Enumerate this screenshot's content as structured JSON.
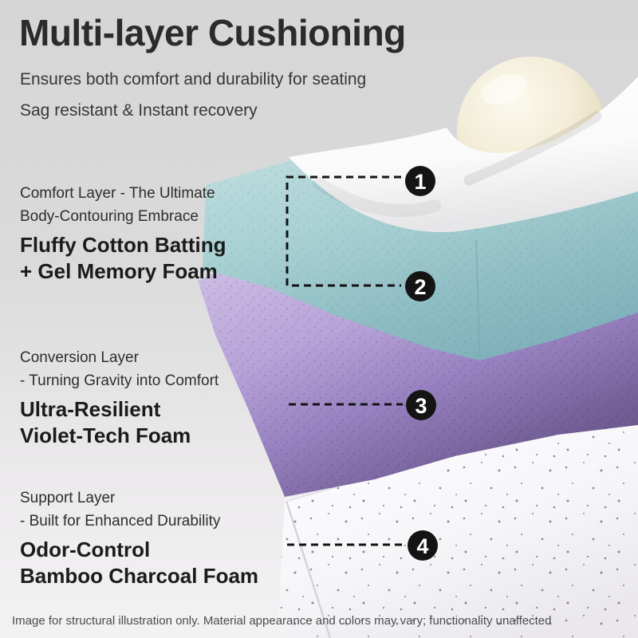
{
  "header": {
    "title": "Multi-layer Cushioning",
    "subtitle_1": "Ensures both comfort and durability for seating",
    "subtitle_2": "Sag resistant & Instant recovery"
  },
  "layers": [
    {
      "title_line_1": "Comfort Layer - The Ultimate",
      "title_line_2": "Body-Contouring Embrace",
      "material_line_1": "Fluffy Cotton Batting",
      "material_line_2": "+ Gel Memory Foam"
    },
    {
      "title_line_1": "Conversion Layer",
      "title_line_2": "- Turning Gravity into Comfort",
      "material_line_1": "Ultra-Resilient",
      "material_line_2": "Violet-Tech Foam"
    },
    {
      "title_line_1": "Support Layer",
      "title_line_2": "- Built for Enhanced Durability",
      "material_line_1": "Odor-Control",
      "material_line_2": "Bamboo Charcoal Foam"
    }
  ],
  "markers": [
    "1",
    "2",
    "3",
    "4"
  ],
  "footer": {
    "disclaimer": "Image for structural illustration only. Material appearance and colors may vary; functionality unaffected"
  },
  "colors": {
    "marker_black": "#141414",
    "callout_line": "#141414",
    "cotton_batting_white": "#ffffff",
    "gel_memory_foam_teal": "#a7ced2",
    "violet_tech_foam": "#9b86c2",
    "bamboo_charcoal_foam_white": "#f5f4f6",
    "ball_cream": "#f2ecd6",
    "background_gray": "#d7d7d7"
  }
}
